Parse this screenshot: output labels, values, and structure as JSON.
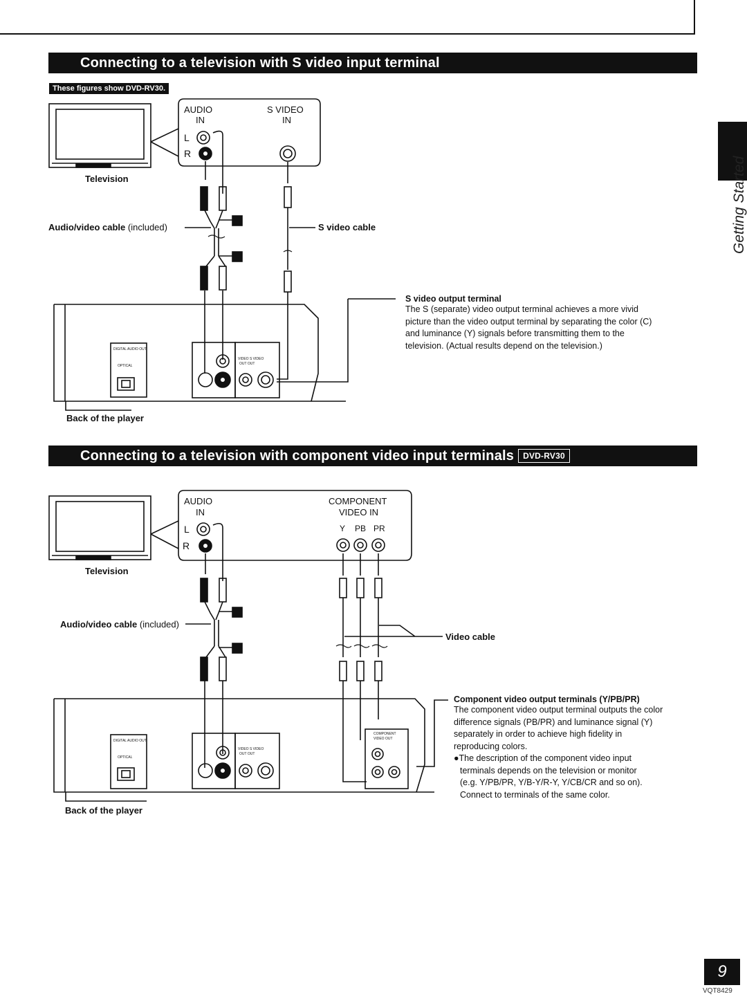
{
  "section1": {
    "title": "Connecting to a television with S video input terminal",
    "figures_note": "These figures show DVD-RV30.",
    "tv_panel": {
      "audio_label": "AUDIO",
      "audio_in": "IN",
      "svideo_label": "S VIDEO",
      "svideo_in": "IN",
      "left": "L",
      "right": "R"
    },
    "television_label": "Television",
    "av_cable_label": "Audio/video cable",
    "av_cable_suffix": "(included)",
    "svideo_cable_label": "S video cable",
    "back_label": "Back of the player",
    "note": {
      "title": "S video output terminal",
      "body": [
        "The S (separate) video output terminal achieves a more vivid",
        "picture than the video output terminal by separating the color (C)",
        "and luminance (Y) signals before transmitting them to the",
        "television. (Actual results depend on the television.)"
      ]
    }
  },
  "section2": {
    "title": "Connecting to a television with component video input terminals",
    "badge": "DVD-RV30",
    "tv_panel": {
      "audio_label": "AUDIO",
      "audio_in": "IN",
      "component_label": "COMPONENT",
      "component_video_in": "VIDEO IN",
      "y": "Y",
      "pb": "PB",
      "pr": "PR",
      "left": "L",
      "right": "R"
    },
    "television_label": "Television",
    "av_cable_label": "Audio/video cable",
    "av_cable_suffix": "(included)",
    "video_cable_label": "Video cable",
    "back_label": "Back of the player",
    "note": {
      "title": "Component video output terminals (Y/PB/PR)",
      "body": [
        "The component video output terminal outputs the color",
        "difference signals (PB/PR) and luminance signal (Y)",
        "separately in order to achieve high fidelity in",
        "reproducing colors.",
        "●The description of the component video input",
        "terminals depends on the television or monitor",
        "(e.g. Y/PB/PR, Y/B-Y/R-Y, Y/CB/CR and so on).",
        "Connect to terminals of the same color."
      ]
    }
  },
  "sidebar": {
    "section_tab": "Getting Started"
  },
  "footer": {
    "page_number": "9",
    "doc_code": "VQT8429"
  }
}
